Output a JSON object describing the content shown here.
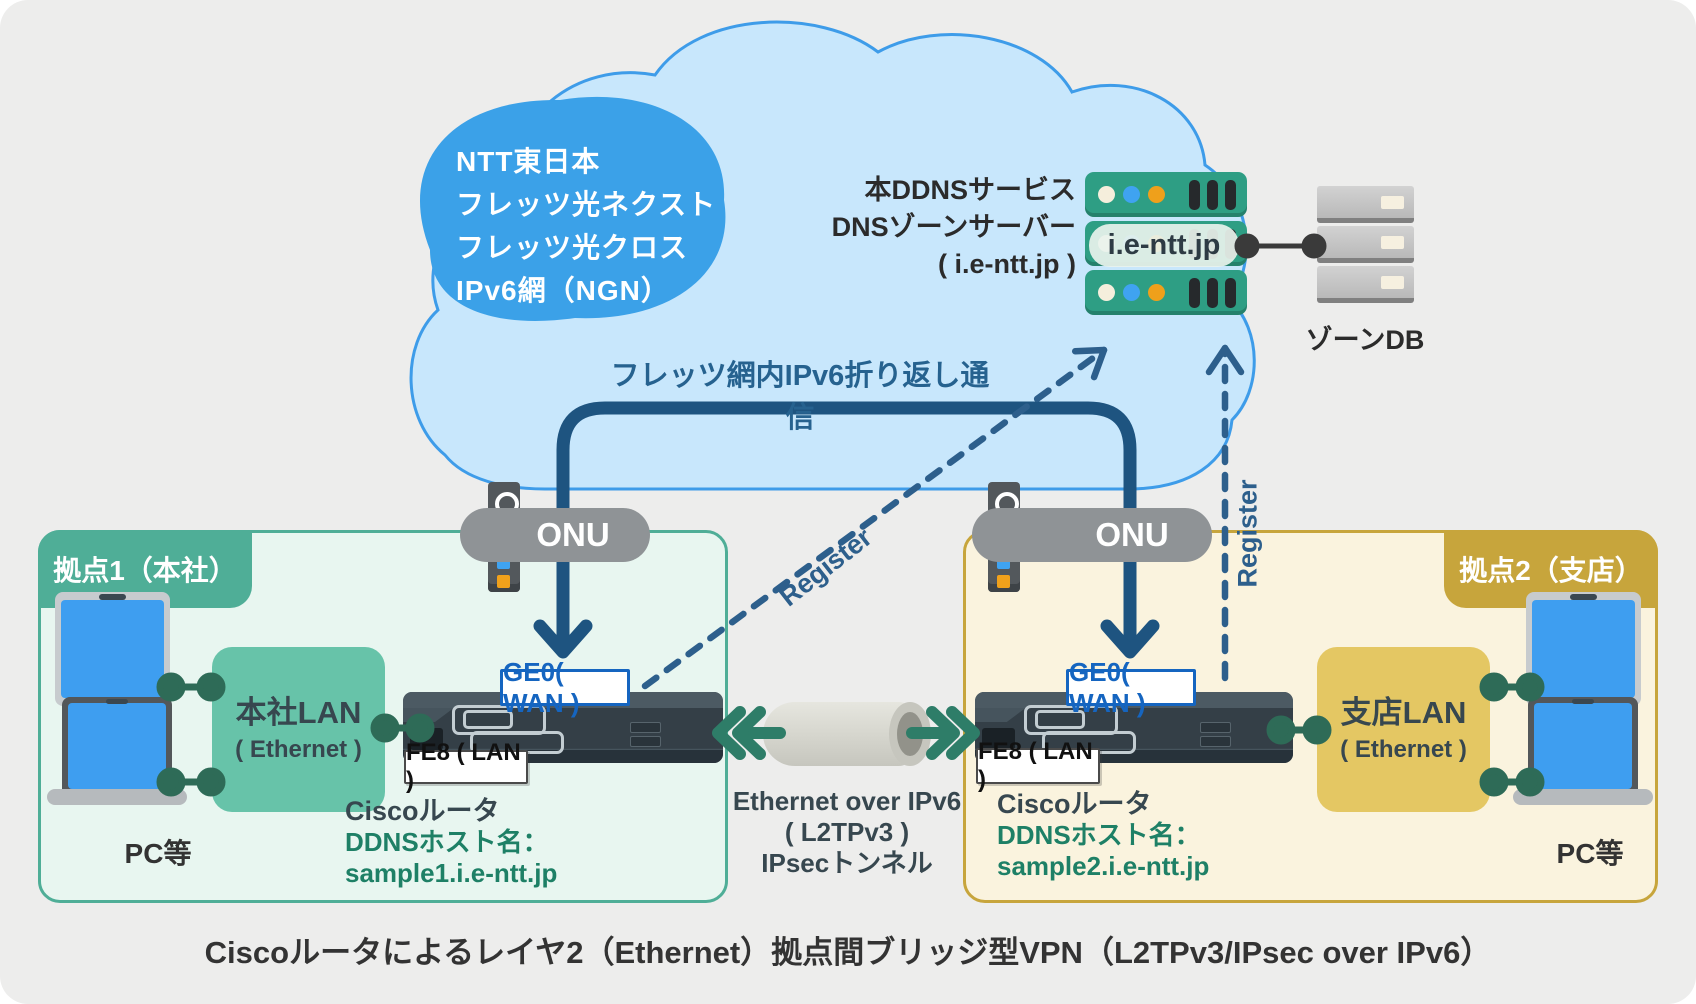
{
  "diagram_title": "Ciscoルータによるレイヤ2（Ethernet）拠点間ブリッジ型VPN（L2TPv3/IPsec over IPv6）",
  "cloud": {
    "provider_lines": [
      "NTT東日本",
      "フレッツ光ネクスト",
      "フレッツ光クロス",
      "IPv6網（NGN）"
    ],
    "hairpin_label": "フレッツ網内IPv6折り返し通信"
  },
  "ddns": {
    "label_line1": "本DDNSサービス",
    "label_line2": "DNSゾーンサーバー",
    "label_line3": "( i.e-ntt.jp )",
    "zone_badge": "i.e-ntt.jp",
    "zone_db_label": "ゾーンDB"
  },
  "register_label": "Register",
  "onu_label": "ONU",
  "tunnel": {
    "line1": "Ethernet over IPv6",
    "line2": "( L2TPv3 )",
    "line3": "IPsecトンネル"
  },
  "site1": {
    "tab": "拠点1（本社）",
    "lan_name": "本社LAN",
    "lan_type": "( Ethernet )",
    "pc_label": "PC等",
    "wan_port": "GE0( WAN )",
    "lan_port": "FE8 ( LAN )",
    "device": "Ciscoルータ",
    "ddns_caption": "DDNSホスト名：",
    "ddns_host": "sample1.i.e-ntt.jp"
  },
  "site2": {
    "tab": "拠点2（支店）",
    "lan_name": "支店LAN",
    "lan_type": "( Ethernet )",
    "pc_label": "PC等",
    "wan_port": "GE0( WAN )",
    "lan_port": "FE8 ( LAN )",
    "device": "Ciscoルータ",
    "ddns_caption": "DDNSホスト名：",
    "ddns_host": "sample2.i.e-ntt.jp"
  },
  "colors": {
    "deep_blue_line": "#1E5480",
    "blue_text": "#2D5F8C",
    "cloud_fill": "#C8E7FC",
    "cloud_stroke": "#3E9CE9",
    "ntt_blob": "#3BA1E8",
    "site1_accent": "#4FAE97",
    "site1_fill": "#E8F6F0",
    "site1_lan_fill": "#67C3A9",
    "site2_accent": "#C7A53C",
    "site2_fill": "#FAF3DE",
    "site2_lan_fill": "#E4C763",
    "server_green": "#2E9E84",
    "link_green": "#2E6B57",
    "tunnel_arrow_teal": "#2E7D68",
    "ddns_host_text": "#1E8066",
    "port_label_blue": "#1565C0"
  }
}
